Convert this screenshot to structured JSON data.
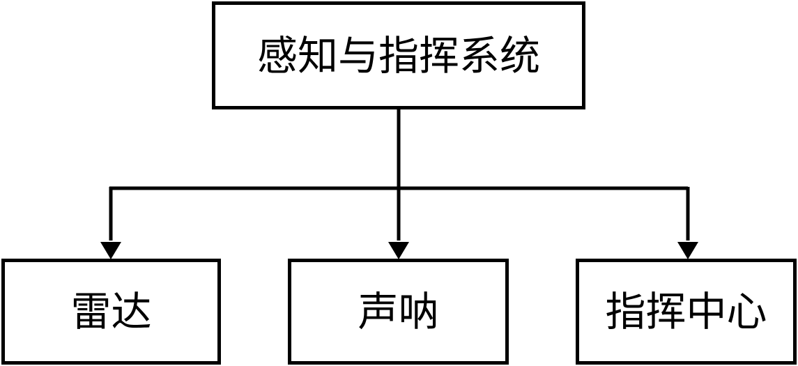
{
  "diagram": {
    "type": "tree",
    "root": {
      "label": "感知与指挥系统"
    },
    "children": [
      {
        "label": "雷达"
      },
      {
        "label": "声呐"
      },
      {
        "label": "指挥中心"
      }
    ],
    "edges": [
      {
        "from": "感知与指挥系统",
        "to": "雷达"
      },
      {
        "from": "感知与指挥系统",
        "to": "声呐"
      },
      {
        "from": "感知与指挥系统",
        "to": "指挥中心"
      }
    ],
    "colors": {
      "stroke": "#000000",
      "background": "#ffffff",
      "text": "#000000"
    }
  }
}
